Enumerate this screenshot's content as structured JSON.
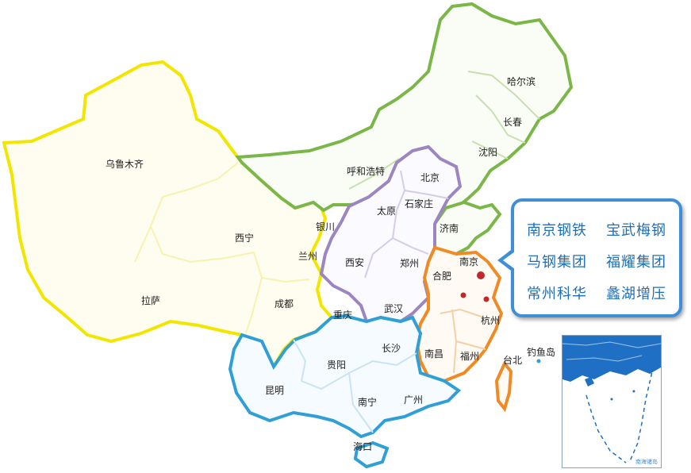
{
  "cities": [
    {
      "id": "urumqi",
      "name": "乌鲁木齐"
    },
    {
      "id": "harbin",
      "name": "哈尔滨"
    },
    {
      "id": "changchun",
      "name": "长春"
    },
    {
      "id": "shenyang",
      "name": "沈阳"
    },
    {
      "id": "hohhot",
      "name": "呼和浩特"
    },
    {
      "id": "beijing",
      "name": "北京"
    },
    {
      "id": "shijiazhuang",
      "name": "石家庄"
    },
    {
      "id": "taiyuan",
      "name": "太原"
    },
    {
      "id": "jinan",
      "name": "济南"
    },
    {
      "id": "yinchuan",
      "name": "银川"
    },
    {
      "id": "xining",
      "name": "西宁"
    },
    {
      "id": "lanzhou",
      "name": "兰州"
    },
    {
      "id": "xian",
      "name": "西安"
    },
    {
      "id": "zhengzhou",
      "name": "郑州"
    },
    {
      "id": "nanjing",
      "name": "南京"
    },
    {
      "id": "hefei",
      "name": "合肥"
    },
    {
      "id": "lhasa",
      "name": "拉萨"
    },
    {
      "id": "chengdu",
      "name": "成都"
    },
    {
      "id": "chongqing",
      "name": "重庆"
    },
    {
      "id": "wuhan",
      "name": "武汉"
    },
    {
      "id": "hangzhou",
      "name": "杭州"
    },
    {
      "id": "changsha",
      "name": "长沙"
    },
    {
      "id": "nanchang",
      "name": "南昌"
    },
    {
      "id": "fuzhou",
      "name": "福州"
    },
    {
      "id": "taipei",
      "name": "台北"
    },
    {
      "id": "diaoyudao",
      "name": "钓鱼岛"
    },
    {
      "id": "guiyang",
      "name": "贵阳"
    },
    {
      "id": "kunming",
      "name": "昆明"
    },
    {
      "id": "nanning",
      "name": "南宁"
    },
    {
      "id": "guangzhou",
      "name": "广州"
    },
    {
      "id": "haikou",
      "name": "海口"
    }
  ],
  "callout": {
    "companies": [
      "南京钢铁",
      "宝武梅钢",
      "马钢集团",
      "福耀集团",
      "常州科华",
      "蠡湖增压"
    ],
    "border_color": "#3f8fd8",
    "text_color": "#1e6fb9"
  },
  "inset": {
    "caption": "南海诸岛"
  },
  "regions": [
    {
      "name": "northwest",
      "color": "#f2e600"
    },
    {
      "name": "north",
      "color": "#7ab648"
    },
    {
      "name": "central",
      "color": "#9b86c0"
    },
    {
      "name": "east",
      "color": "#ef8a24"
    },
    {
      "name": "southwest-south",
      "color": "#2f9fd6"
    }
  ],
  "markers": {
    "color": "#c0282c",
    "count": 3
  }
}
